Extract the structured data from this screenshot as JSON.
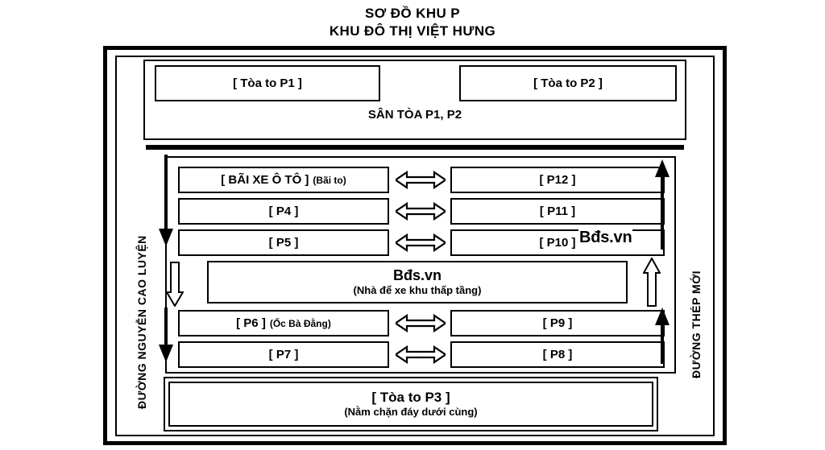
{
  "title": {
    "line1": "SƠ ĐỒ KHU P",
    "line2": "KHU ĐÔ THỊ VIỆT HƯNG"
  },
  "court": {
    "towers": [
      {
        "label": "[ Tòa to P1 ]"
      },
      {
        "label": "[ Tòa to P2 ]"
      }
    ],
    "yard_label": "SÂN TÒA P1, P2"
  },
  "blocks": {
    "rows": [
      {
        "left": {
          "label": "[ BÃI XE Ô TÔ ]",
          "sub": "(Bãi to)"
        },
        "right": {
          "label": "[ P12 ]",
          "sub": ""
        },
        "connector": "double-arrow"
      },
      {
        "left": {
          "label": "[ P4 ]",
          "sub": ""
        },
        "right": {
          "label": "[ P11 ]",
          "sub": ""
        },
        "connector": "double-arrow"
      },
      {
        "left": {
          "label": "[ P5 ]",
          "sub": ""
        },
        "right": {
          "label": "[ P10 ]",
          "sub": ""
        },
        "connector": "double-arrow"
      },
      {
        "left": {
          "label": "[ P6 ]",
          "sub": "(Ốc Bà Đằng)"
        },
        "right": {
          "label": "[ P9 ]",
          "sub": ""
        },
        "connector": "double-arrow"
      },
      {
        "left": {
          "label": "[ P7 ]",
          "sub": ""
        },
        "right": {
          "label": "[ P8 ]",
          "sub": ""
        },
        "connector": "double-arrow"
      }
    ]
  },
  "garage": {
    "title": "Bđs.vn",
    "sub": "(Nhà để xe khu thấp tầng)"
  },
  "bottom_tower": {
    "title": "[ Tòa to P3 ]",
    "sub": "(Nằm chặn đáy dưới cùng)"
  },
  "roads": {
    "left_label": "ĐƯỜNG NGUYỄN CAO LUYỆN",
    "right_label": "ĐƯỜNG THÉP MỚI"
  },
  "watermark": {
    "text": "Bđs.vn"
  },
  "colors": {
    "ink": "#000000",
    "background": "#ffffff"
  }
}
